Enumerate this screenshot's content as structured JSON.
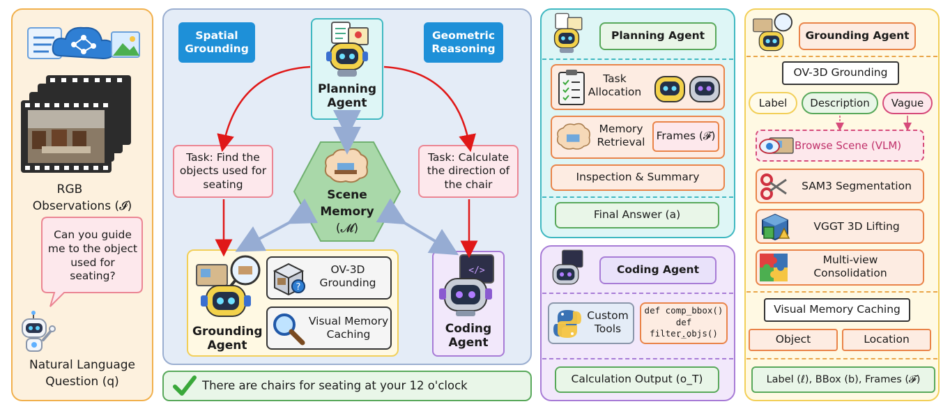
{
  "colors": {
    "input_panel_bg": "#fdf1de",
    "input_panel_border": "#f1b04c",
    "center_panel_bg": "#e4ecf7",
    "center_panel_border": "#9aaed0",
    "planning_bg": "#def6f6",
    "planning_border": "#3fb8c1",
    "coding_bg": "#f2e8fb",
    "coding_border": "#a77bd6",
    "grounding_bg": "#fff9e3",
    "grounding_border": "#f2cf58",
    "task_box_bg": "#fde8ec",
    "task_box_border": "#eb8593",
    "orange_box_bg": "#fdece2",
    "orange_box_border": "#e98348",
    "green_box_bg": "#e9f6e8",
    "green_box_border": "#58a85a",
    "memory_hex": "#a9d8a9",
    "arrow_red": "#e01818",
    "arrow_blue": "#96acd3",
    "blue_label": "#1e90d8"
  },
  "input": {
    "rgb_label_line1": "RGB",
    "rgb_label_line2": "Observations (𝓘)",
    "question_bubble": "Can you guide me to the object used for seating?",
    "nl_label_line1": "Natural Language",
    "nl_label_line2": "Question (q)"
  },
  "center": {
    "spatial_label": "Spatial Grounding",
    "geometric_label": "Geometric Reasoning",
    "planning_agent_label": "Planning Agent",
    "task_left": "Task: Find the objects used for seating",
    "task_right": "Task: Calculate the direction of the chair",
    "memory_line1": "Scene",
    "memory_line2": "Memory",
    "memory_line3": "(𝓜)",
    "grounding_agent_label": "Grounding Agent",
    "ov3d_label": "OV-3D Grounding",
    "visual_cache_label": "Visual Memory Caching",
    "coding_agent_label": "Coding Agent",
    "answer": "There are chairs for seating at your 12 o'clock"
  },
  "planning_panel": {
    "title": "Planning Agent",
    "task_allocation": "Task Allocation",
    "memory_retrieval": "Memory Retrieval",
    "frames": "Frames (𝓕)",
    "inspection": "Inspection & Summary",
    "final_answer": "Final Answer (a)"
  },
  "coding_panel": {
    "title": "Coding Agent",
    "custom_tools": "Custom Tools",
    "code_line1": "def comp_bbox()",
    "code_line2": "def filter_objs()",
    "code_line3": "...",
    "calc_output": "Calculation Output (o_T)"
  },
  "grounding_panel": {
    "title": "Grounding Agent",
    "ov3d": "OV-3D Grounding",
    "label_chip": "Label",
    "description_chip": "Description",
    "vague_chip": "Vague",
    "browse_scene": "Browse Scene (VLM)",
    "sam3": "SAM3 Segmentation",
    "vggt": "VGGT 3D Lifting",
    "multiview": "Multi-view Consolidation",
    "visual_cache": "Visual Memory Caching",
    "object": "Object",
    "location": "Location",
    "output": "Label (ℓ), BBox (b), Frames (𝓕)"
  }
}
